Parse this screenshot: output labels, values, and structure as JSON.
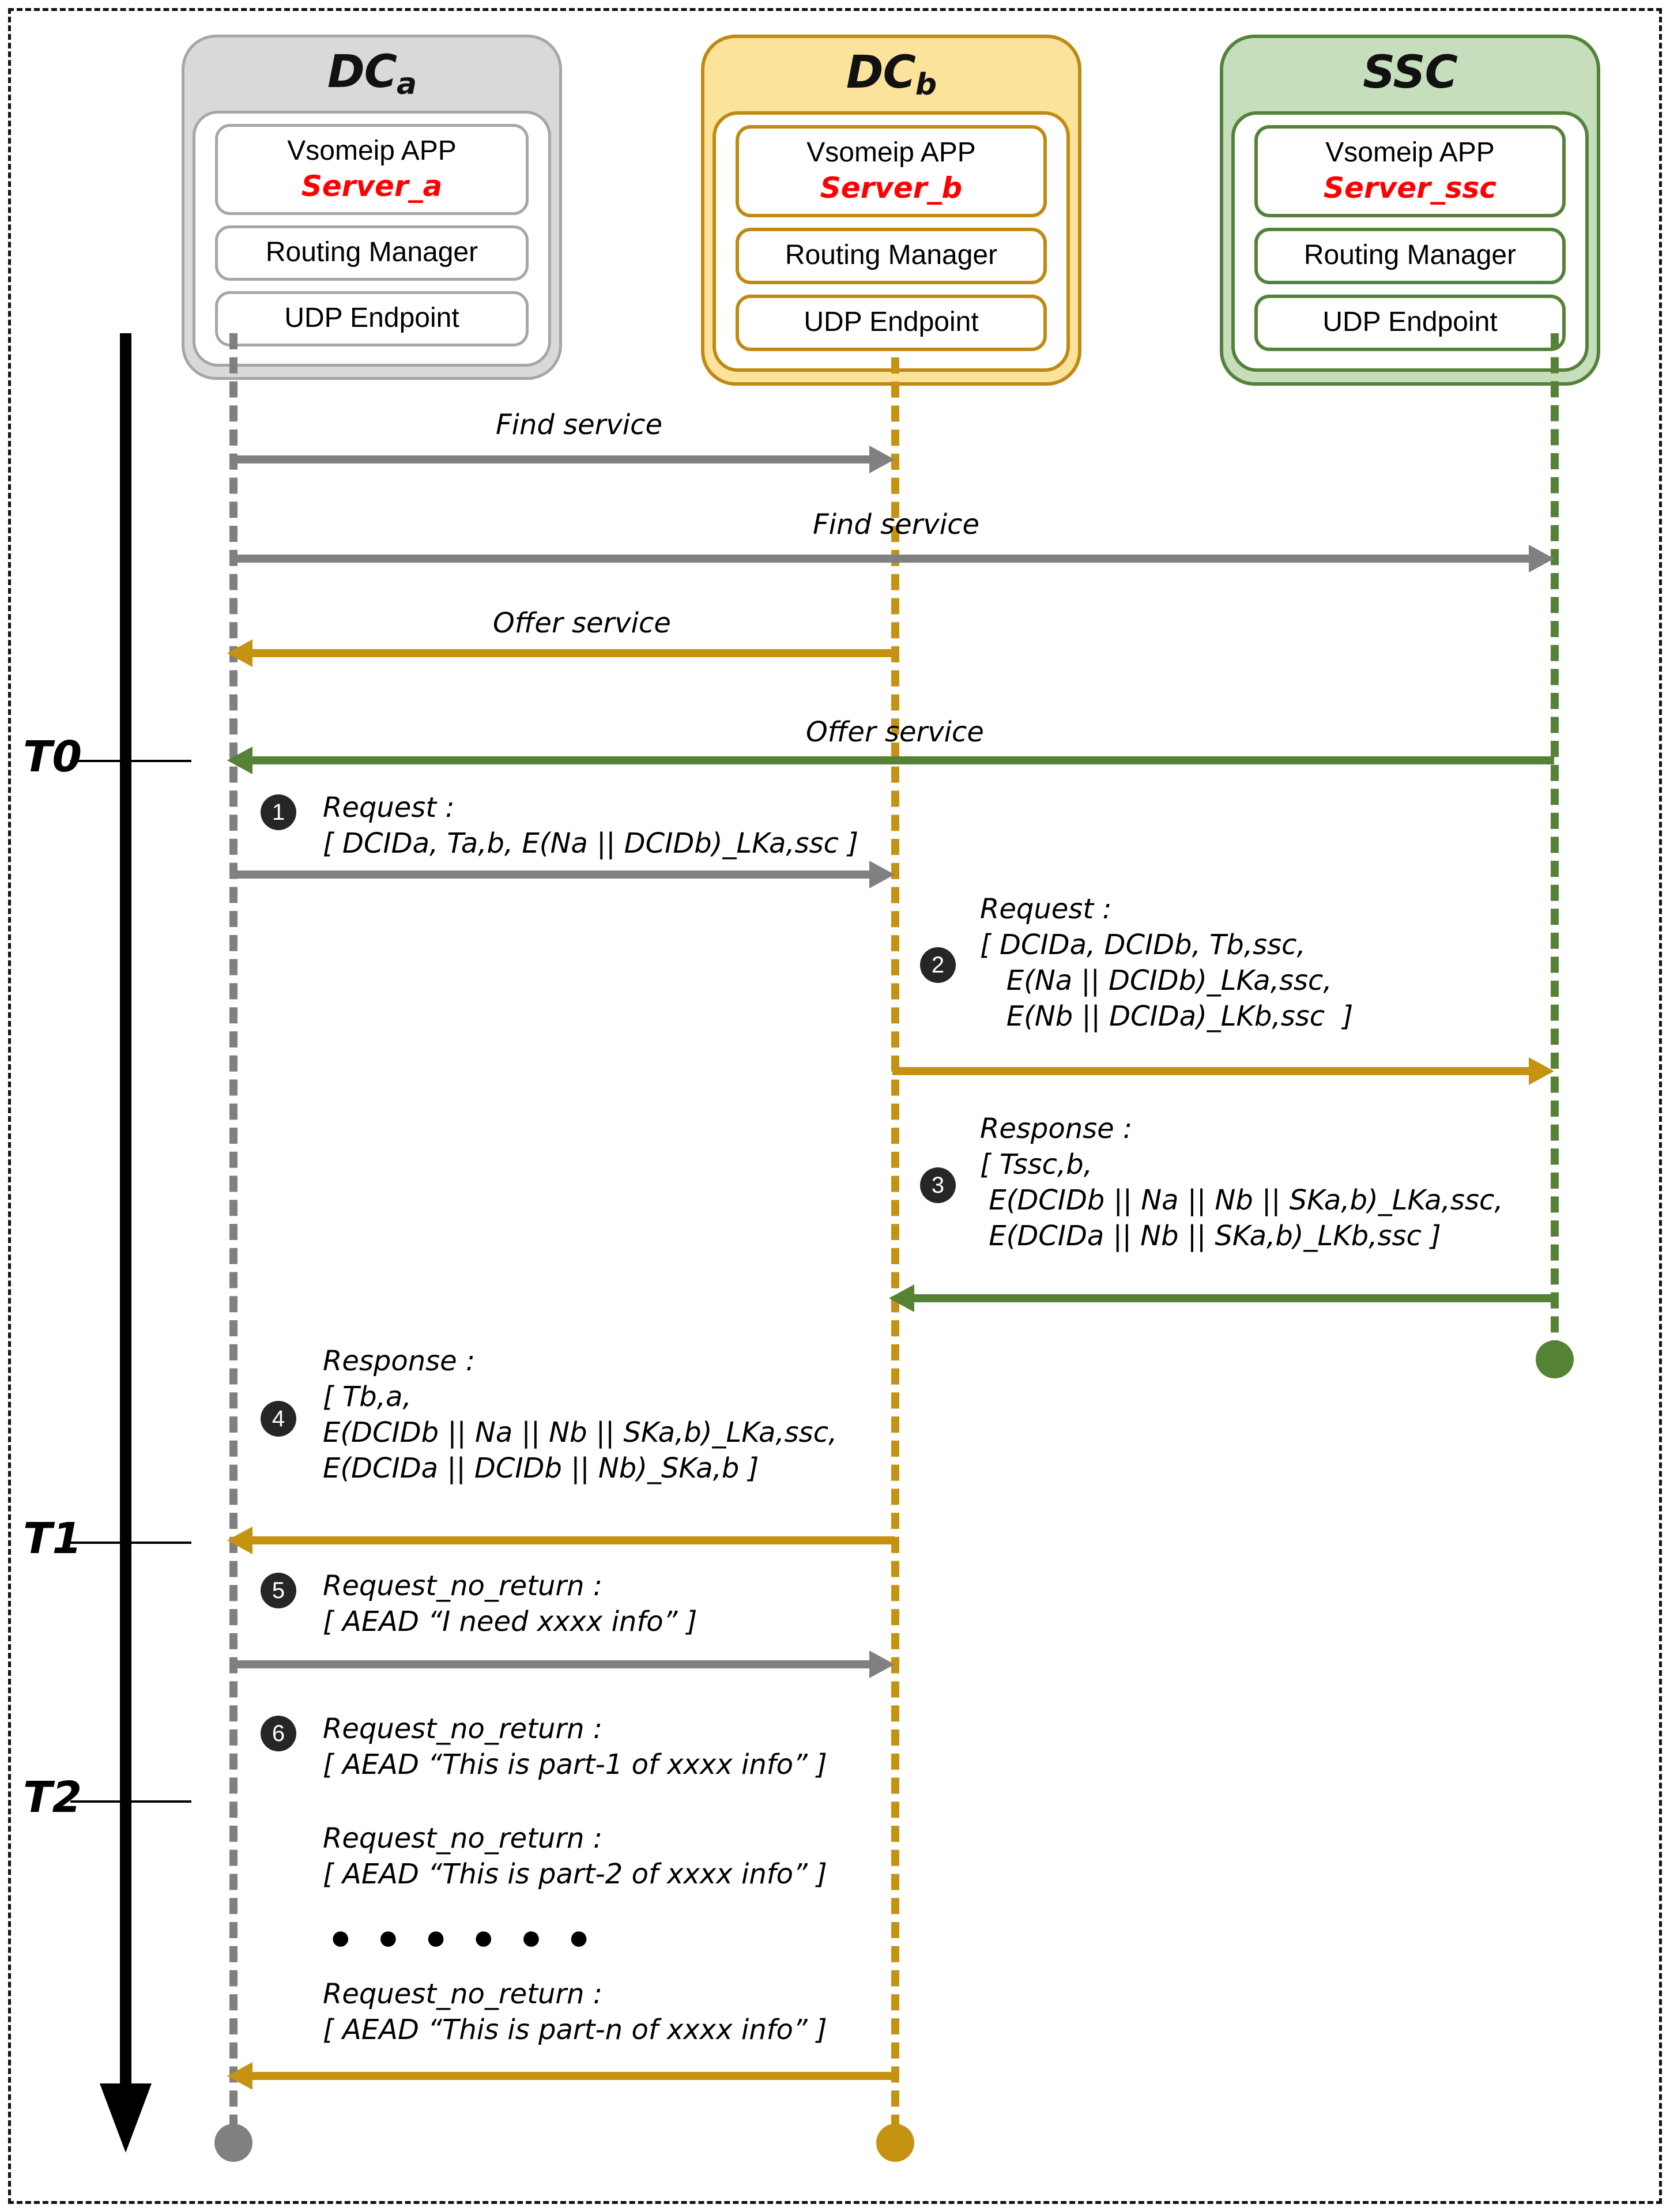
{
  "diagram": {
    "type": "sequence-diagram",
    "title": "vsomeip secure session establishment sequence"
  },
  "participants": [
    {
      "id": "dca",
      "name": "DC",
      "subscript": "a",
      "color_fill": "#d9d9d9",
      "color_border": "#a6a6a6",
      "modules": [
        {
          "label": "Vsomeip APP",
          "server": "Server_a"
        },
        {
          "label": "Routing Manager"
        },
        {
          "label": "UDP Endpoint"
        }
      ]
    },
    {
      "id": "dcb",
      "name": "DC",
      "subscript": "b",
      "color_fill": "#fce39c",
      "color_border": "#c08a11",
      "modules": [
        {
          "label": "Vsomeip APP",
          "server": "Server_b"
        },
        {
          "label": "Routing Manager"
        },
        {
          "label": "UDP Endpoint"
        }
      ]
    },
    {
      "id": "ssc",
      "name": "SSC",
      "subscript": "",
      "color_fill": "#c6debb",
      "color_border": "#55823a",
      "modules": [
        {
          "label": "Vsomeip APP",
          "server": "Server_ssc"
        },
        {
          "label": "Routing Manager"
        },
        {
          "label": "UDP Endpoint"
        }
      ]
    }
  ],
  "time_axis": {
    "direction": "downward",
    "ticks": [
      {
        "label": "T0"
      },
      {
        "label": "T1"
      },
      {
        "label": "T2"
      }
    ]
  },
  "messages": [
    {
      "seq": "",
      "label": "Find service",
      "from": "dca",
      "to": "dcb",
      "direction": "right",
      "color": "#808080"
    },
    {
      "seq": "",
      "label": "Find service",
      "from": "dca",
      "to": "ssc",
      "direction": "right",
      "color": "#808080"
    },
    {
      "seq": "",
      "label": "Offer service",
      "from": "dcb",
      "to": "dca",
      "direction": "left",
      "color": "#c69211"
    },
    {
      "seq": "",
      "label": "Offer service",
      "from": "ssc",
      "to": "dca",
      "direction": "left",
      "color": "#558234"
    },
    {
      "seq": "1",
      "title": "Request :",
      "body": "[ DCIDa, Ta,b, E(Na || DCIDb)_LKa,ssc ]",
      "from": "dca",
      "to": "dcb",
      "direction": "right",
      "color": "#808080"
    },
    {
      "seq": "2",
      "title": "Request :",
      "body": "[ DCIDa, DCIDb, Tb,ssc,\n   E(Na || DCIDb)_LKa,ssc,\n   E(Nb || DCIDa)_LKb,ssc  ]",
      "from": "dcb",
      "to": "ssc",
      "direction": "right",
      "color": "#c69211"
    },
    {
      "seq": "3",
      "title": "Response :",
      "body": "[ Tssc,b,\n  E(DCIDb || Na || Nb || SKa,b)_LKa,ssc,\n  E(DCIDa || Nb || SKa,b)_LKb,ssc ]",
      "from": "ssc",
      "to": "dcb",
      "direction": "left",
      "color": "#558234"
    },
    {
      "seq": "4",
      "title": "Response :",
      "body": "[ Tb,a,\n E(DCIDb || Na || Nb || SKa,b)_LKa,ssc,\n E(DCIDa || DCIDb || Nb)_SKa,b ]",
      "from": "dcb",
      "to": "dca",
      "direction": "left",
      "color": "#c69211"
    },
    {
      "seq": "5",
      "title": "Request_no_return :",
      "body": "[ AEAD “I need xxxx info” ]",
      "from": "dca",
      "to": "dcb",
      "direction": "right",
      "color": "#808080"
    },
    {
      "seq": "6",
      "title": "Request_no_return :",
      "body": "[ AEAD “This is part-1 of xxxx info” ]",
      "from": "dcb",
      "to": "dca",
      "direction": "left",
      "color": "#c69211"
    },
    {
      "seq": "",
      "title": "Request_no_return :",
      "body": "[ AEAD “This is part-2 of xxxx info” ]",
      "from": "dcb",
      "to": "dca",
      "direction": "left",
      "color": "#c69211"
    },
    {
      "seq": "",
      "title": "Request_no_return :",
      "body": "[ AEAD “This is part-n of xxxx info” ]",
      "from": "dcb",
      "to": "dca",
      "direction": "left",
      "color": "#c69211"
    }
  ],
  "ellipsis": "● ● ● ● ● ●",
  "labels": {
    "find_service_1": "Find service",
    "find_service_2": "Find service",
    "offer_service_1": "Offer service",
    "offer_service_2": "Offer service",
    "m1_title": "Request :",
    "m1_body": "[ DCIDa, Ta,b, E(Na || DCIDb)_LKa,ssc ]",
    "m2_title": "Request :",
    "m2_body": "[ DCIDa, DCIDb, Tb,ssc,\n   E(Na || DCIDb)_LKa,ssc,\n   E(Nb || DCIDa)_LKb,ssc  ]",
    "m3_title": "Response :",
    "m3_body": "[ Tssc,b,\n E(DCIDb || Na || Nb || SKa,b)_LKa,ssc,\n E(DCIDa || Nb || SKa,b)_LKb,ssc ]",
    "m4_title": "Response :",
    "m4_body": "[ Tb,a,\nE(DCIDb || Na || Nb || SKa,b)_LKa,ssc,\nE(DCIDa || DCIDb || Nb)_SKa,b ]",
    "m5_title": "Request_no_return :",
    "m5_body": "[ AEAD “I need xxxx info” ]",
    "m6_title": "Request_no_return :",
    "m6_body": "[ AEAD “This is part-1 of xxxx info” ]",
    "m7_title": "Request_no_return :",
    "m7_body": "[ AEAD “This is part-2 of xxxx info” ]",
    "m8_title": "Request_no_return :",
    "m8_body": "[ AEAD “This is part-n of xxxx info” ]",
    "badge1": "1",
    "badge2": "2",
    "badge3": "3",
    "badge4": "4",
    "badge5": "5",
    "badge6": "6",
    "t0": "T0",
    "t1": "T1",
    "t2": "T2"
  }
}
